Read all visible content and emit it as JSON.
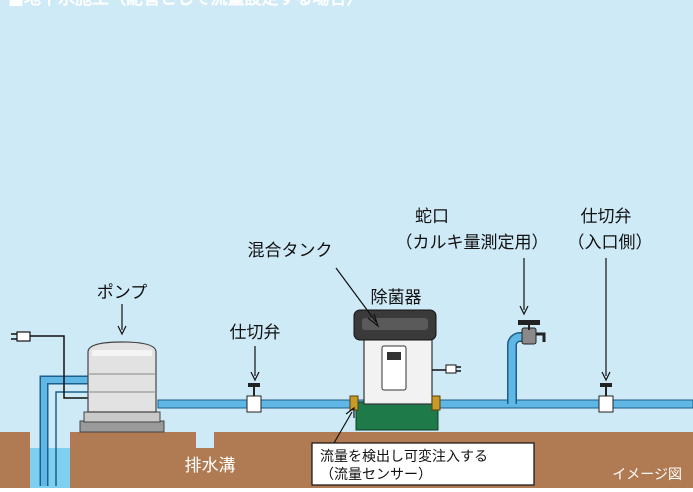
{
  "title": "■地下水施工（配管として流量設定する場合）",
  "labels": {
    "pump": "ポンプ",
    "mixing_tank": "混合タンク",
    "sterilizer": "除菌器",
    "valve_mid": "仕切弁",
    "faucet_line1": "蛇口",
    "faucet_line2": "（カルキ量測定用）",
    "valve_inlet_line1": "仕切弁",
    "valve_inlet_line2": "（入口側）",
    "drain": "排水溝",
    "sensor_line1": "流量を検出し可変注入する",
    "sensor_line2": "（流量センサー）",
    "image_note": "イメージ図"
  },
  "colors": {
    "sky": "#cfeaf7",
    "ground": "#b07a52",
    "pipe": "#5fb7e5",
    "pipe_stroke": "#1c5f8a",
    "water": "#7fd0f0"
  }
}
